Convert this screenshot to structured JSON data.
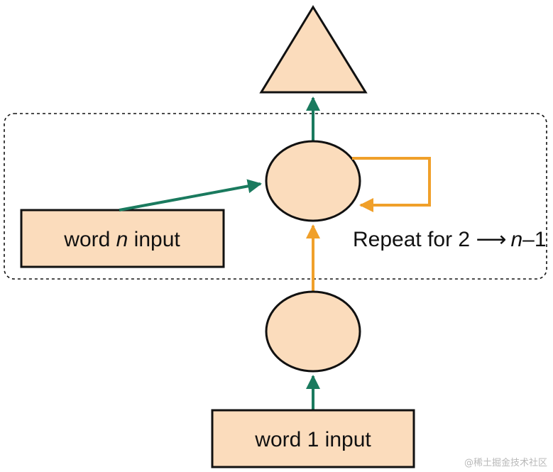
{
  "diagram": {
    "nodes": {
      "input_n": {
        "prefix": "word ",
        "variable": "n",
        "suffix": " input"
      },
      "input_1": {
        "label": "word 1 input"
      },
      "loop_note": {
        "prefix": "Repeat for 2 ",
        "arrow": "⟶",
        "variable": "n",
        "suffix": "–1"
      }
    },
    "watermark": "@稀土掘金技术社区"
  },
  "colors": {
    "node_fill": "#fbdcbc",
    "node_stroke": "#111111",
    "green_arrow": "#1a7a5e",
    "orange_arrow": "#f0a02a",
    "dashed_border": "#111111"
  }
}
